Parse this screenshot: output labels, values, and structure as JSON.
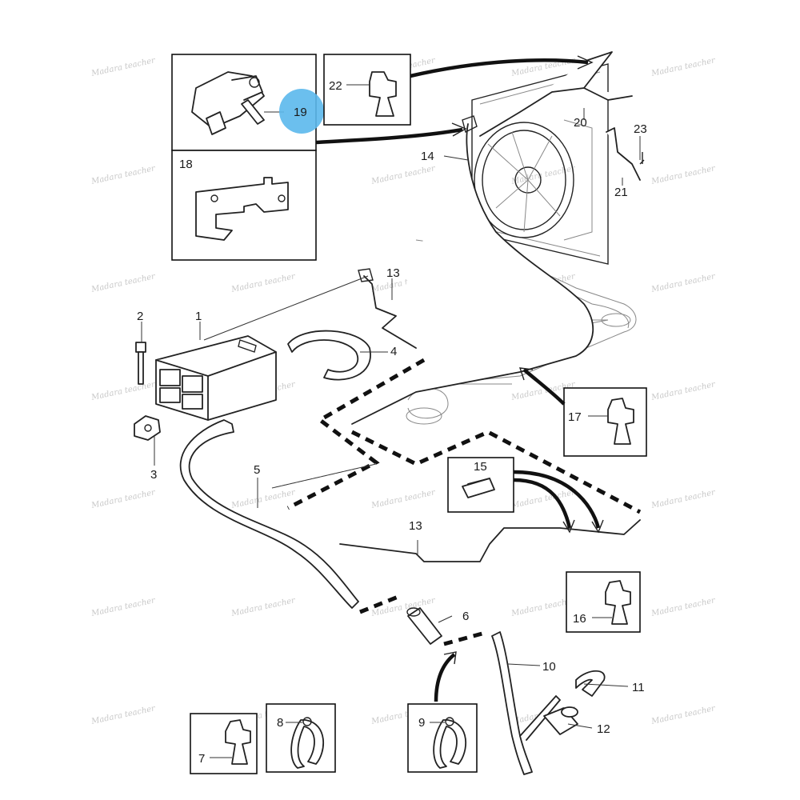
{
  "diagram": {
    "callouts": {
      "c1": "1",
      "c2": "2",
      "c3": "3",
      "c4": "4",
      "c5": "5",
      "c6": "6",
      "c7": "7",
      "c8": "8",
      "c9": "9",
      "c10": "10",
      "c11": "11",
      "c12": "12",
      "c13a": "13",
      "c13b": "13",
      "c14": "14",
      "c15": "15",
      "c16": "16",
      "c17": "17",
      "c18": "18",
      "c19": "19",
      "c20": "20",
      "c21": "21",
      "c22": "22",
      "c23": "23"
    },
    "highlight_color": "#5bb8ec",
    "watermark": "Madara teacher"
  }
}
